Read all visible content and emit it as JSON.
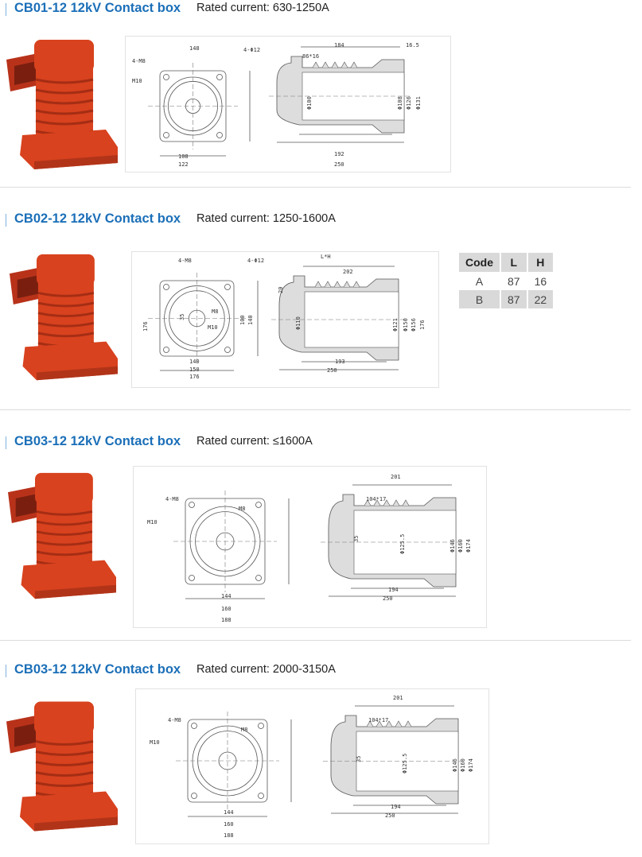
{
  "sections": [
    {
      "title": "CB01-12 12kV Contact box",
      "rated": "Rated current: 630-1250A",
      "front_labels": [
        "148",
        "4-M8",
        "M10",
        "4-Φ12",
        "108",
        "122"
      ],
      "side_labels": [
        "184",
        "16.5",
        "86*16",
        "Φ100",
        "Φ108",
        "Φ126",
        "Φ131",
        "192",
        "250"
      ]
    },
    {
      "title": "CB02-12 12kV Contact box",
      "rated": "Rated current: 1250-1600A",
      "front_labels": [
        "4-M8",
        "4-Φ12",
        "M8",
        "M10",
        "35",
        "176",
        "100",
        "140",
        "140",
        "150",
        "176"
      ],
      "side_labels": [
        "L*H",
        "202",
        "20",
        "Φ110",
        "Φ121",
        "Φ150",
        "Φ156",
        "176",
        "193",
        "250"
      ],
      "table": {
        "headers": [
          "Code",
          "L",
          "H"
        ],
        "rows": [
          [
            "A",
            "87",
            "16"
          ],
          [
            "B",
            "87",
            "22"
          ]
        ]
      }
    },
    {
      "title": "CB03-12 12kV Contact box",
      "rated": "Rated current: ≤1600A",
      "front_labels": [
        "4-M8",
        "M8",
        "M10",
        "144",
        "160",
        "188"
      ],
      "side_labels": [
        "201",
        "104*17",
        "35",
        "Φ125.5",
        "Φ146",
        "Φ160",
        "Φ174",
        "194",
        "250"
      ]
    },
    {
      "title": "CB03-12 12kV Contact box",
      "rated": "Rated current: 2000-3150A",
      "front_labels": [
        "4-M8",
        "M8",
        "M10",
        "144",
        "160",
        "188"
      ],
      "side_labels": [
        "201",
        "104*17",
        "35",
        "Φ125.5",
        "Φ146",
        "Φ160",
        "Φ174",
        "194",
        "250"
      ]
    }
  ],
  "colors": {
    "title": "#1b6fb8",
    "product": "#d8421e",
    "table_header": "#d9d9d9"
  }
}
